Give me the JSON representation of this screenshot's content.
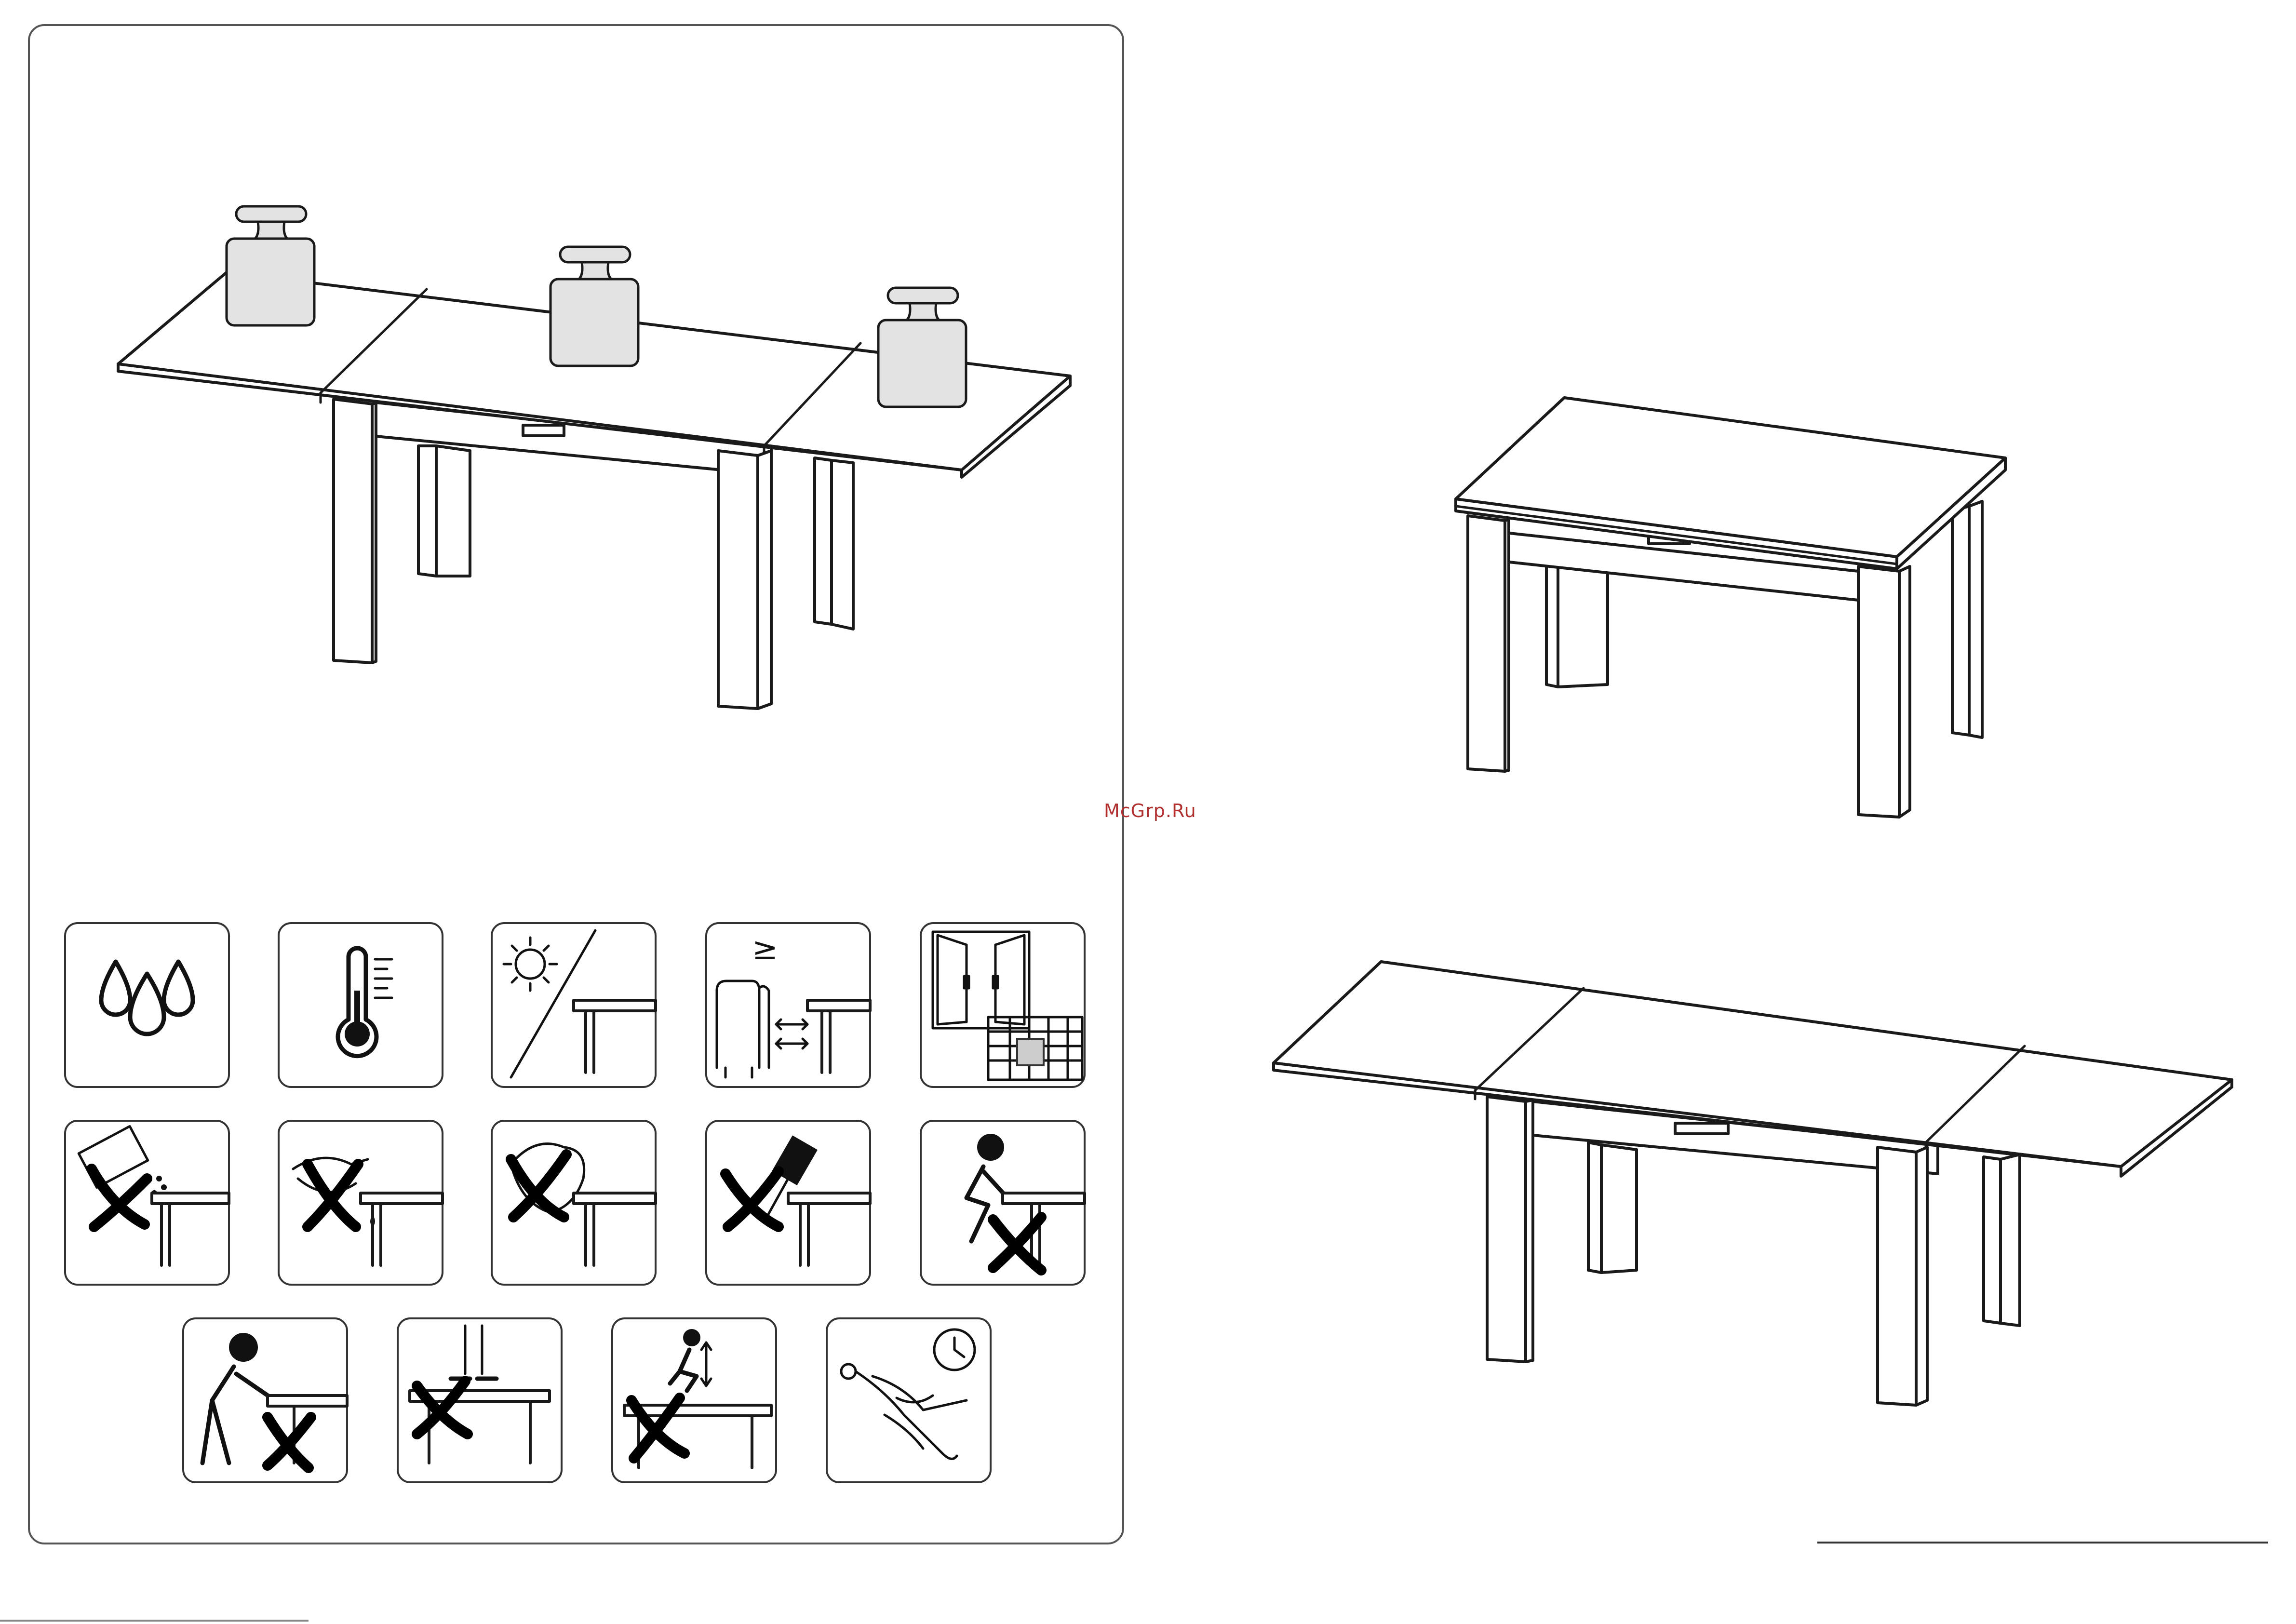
{
  "watermark": {
    "text": "McGrp.Ru"
  },
  "colors": {
    "line": "#1a1a1a",
    "weight_fill": "#e3e3e3",
    "watermark": "#b03030"
  },
  "left_panel": {
    "illustration": "extended-table-with-three-weights",
    "care_icons": [
      "humidity-icon",
      "temperature-icon",
      "direct-sunlight-icon",
      "heater-distance-icon",
      "ventilation-icon",
      "no-hot-dish-icon",
      "no-spill-icon",
      "no-sharp-objects-icon",
      "no-hammer-icon",
      "no-sitting-icon",
      "no-leaning-icon",
      "no-standing-icon",
      "no-climbing-icon",
      "tighten-screws-icon"
    ],
    "heater_symbol": "≥"
  },
  "right_panel": {
    "illustrations": [
      "closed-table",
      "extended-table"
    ]
  }
}
